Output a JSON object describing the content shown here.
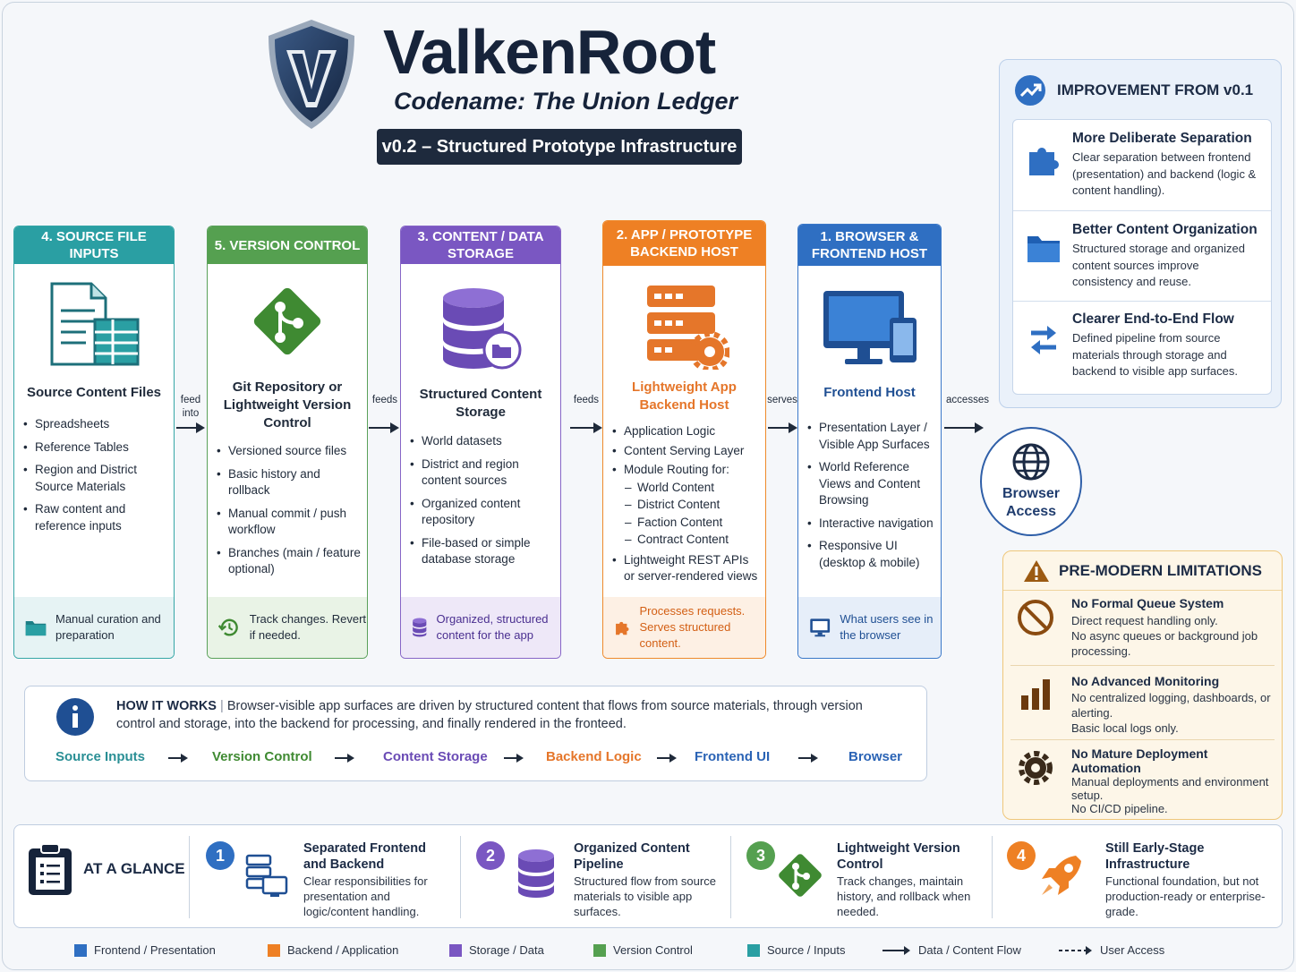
{
  "header": {
    "title": "ValkenRoot",
    "subtitle": "Codename: The Union Ledger",
    "version": "v0.2 – Structured Prototype Infrastructure"
  },
  "columns": [
    {
      "head": "4. SOURCE FILE INPUTS",
      "title": "Source Content Files",
      "items": [
        "Spreadsheets",
        "Reference Tables",
        "Region and District Source Materials",
        "Raw content and reference inputs"
      ],
      "footer": "Manual curation and preparation",
      "icon": "document-spreadsheet-icon",
      "color": "#2a9fa3"
    },
    {
      "head": "5. VERSION CONTROL",
      "title": "Git Repository or Lightweight Version Control",
      "items": [
        "Versioned source files",
        "Basic history and rollback",
        "Manual commit / push workflow",
        "Branches (main / feature optional)"
      ],
      "footer": "Track changes. Revert if needed.",
      "icon": "git-icon",
      "color": "#55a050"
    },
    {
      "head": "3. CONTENT / DATA STORAGE",
      "title": "Structured Content Storage",
      "items": [
        "World datasets",
        "District and region content sources",
        "Organized content repository",
        "File-based or simple database storage"
      ],
      "footer": "Organized, structured content for the app",
      "icon": "database-icon",
      "color": "#7a57c2"
    },
    {
      "head": "2. APP / PROTOTYPE BACKEND HOST",
      "title": "Lightweight App Backend Host",
      "items": [
        "Application Logic",
        "Content Serving Layer",
        "Module Routing for:"
      ],
      "subitems": [
        "World Content",
        "District Content",
        "Faction Content",
        "Contract Content"
      ],
      "items_after": [
        "Lightweight REST APIs or server-rendered views"
      ],
      "footer": "Processes requests. Serves structured content.",
      "icon": "server-gear-icon",
      "color": "#ee8024"
    },
    {
      "head": "1. BROWSER & FRONTEND HOST",
      "title": "Frontend Host",
      "items": [
        "Presentation Layer / Visible App Surfaces",
        "World Reference Views and Content Browsing",
        "Interactive navigation",
        "Responsive UI (desktop & mobile)"
      ],
      "footer": "What users see in the browser",
      "icon": "monitor-mobile-icon",
      "color": "#2f6fc2"
    }
  ],
  "connectors": [
    "feed into",
    "feeds",
    "feeds",
    "serves",
    "accesses"
  ],
  "browser_access": "Browser Access",
  "improvement": {
    "head": "IMPROVEMENT FROM v0.1",
    "items": [
      {
        "title": "More Deliberate Separation",
        "desc": "Clear separation between frontend (presentation) and backend (logic & content handling).",
        "icon": "puzzle-icon"
      },
      {
        "title": "Better Content Organization",
        "desc": "Structured storage and organized content sources improve consistency and reuse.",
        "icon": "folder-icon"
      },
      {
        "title": "Clearer End-to-End Flow",
        "desc": "Defined pipeline from source materials through storage and backend to visible app surfaces.",
        "icon": "swap-arrows-icon"
      }
    ]
  },
  "limitations": {
    "head": "PRE-MODERN LIMITATIONS",
    "items": [
      {
        "title": "No Formal Queue System",
        "desc": [
          "Direct request handling only.",
          "No async queues or background job processing."
        ],
        "icon": "no-entry-icon"
      },
      {
        "title": "No Advanced Monitoring",
        "desc": [
          "No centralized logging, dashboards, or alerting.",
          "Basic local logs only."
        ],
        "icon": "bar-chart-icon"
      },
      {
        "title": "No Mature Deployment Automation",
        "desc": [
          "Manual deployments and environment setup.",
          "No CI/CD pipeline."
        ],
        "icon": "gear-icon"
      }
    ]
  },
  "how_it_works": {
    "label": "HOW IT WORKS",
    "text": "Browser-visible app surfaces are driven by structured content that flows from source materials, through version control and storage, into the backend for processing, and finally rendered in the fronteed.",
    "flow": [
      {
        "label": "Source Inputs",
        "color": "#2a8f95"
      },
      {
        "label": "Version Control",
        "color": "#3f8a32"
      },
      {
        "label": "Content Storage",
        "color": "#6a4bb5"
      },
      {
        "label": "Backend Logic",
        "color": "#e5762a"
      },
      {
        "label": "Frontend UI",
        "color": "#2a63b5"
      },
      {
        "label": "Browser",
        "color": "#2a63b5"
      }
    ]
  },
  "glance": {
    "label": "AT A GLANCE",
    "items": [
      {
        "num": "1",
        "title": "Separated Frontend and Backend",
        "desc": "Clear responsibilities for presentation and logic/content handling.",
        "color": "#2f6fc2",
        "icon": "server-monitor-icon"
      },
      {
        "num": "2",
        "title": "Organized Content Pipeline",
        "desc": "Structured flow from source materials to visible app surfaces.",
        "color": "#7a57c2",
        "icon": "database-icon"
      },
      {
        "num": "3",
        "title": "Lightweight Version Control",
        "desc": "Track changes, maintain history, and rollback when needed.",
        "color": "#55a050",
        "icon": "git-icon"
      },
      {
        "num": "4",
        "title": "Still Early-Stage Infrastructure",
        "desc": "Functional foundation, but not production-ready or enterprise-grade.",
        "color": "#ee8024",
        "icon": "rocket-icon"
      }
    ]
  },
  "legend": [
    {
      "label": "Frontend / Presentation",
      "color": "#2f6fc2"
    },
    {
      "label": "Backend / Application",
      "color": "#ee8024"
    },
    {
      "label": "Storage / Data",
      "color": "#7a57c2"
    },
    {
      "label": "Version Control",
      "color": "#55a050"
    },
    {
      "label": "Source / Inputs",
      "color": "#2a9fa3"
    },
    {
      "label": "Data / Content Flow"
    },
    {
      "label": "User Access"
    }
  ]
}
